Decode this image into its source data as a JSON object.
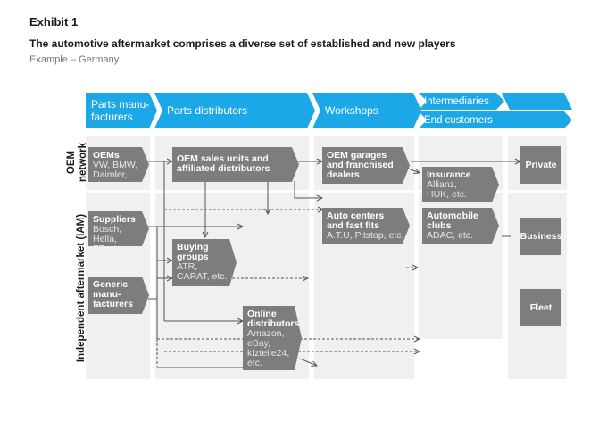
{
  "exhibit": "Exhibit 1",
  "title": "The automotive aftermarket comprises a diverse set of established and new players",
  "subtitle": "Example – Germany",
  "headers": {
    "parts_manufacturers": "Parts manu-\nfacturers",
    "parts_distributors": "Parts distributors",
    "workshops": "Workshops",
    "intermediaries": "Intermediaries",
    "end_customers": "End customers"
  },
  "row_labels": {
    "oem_network": "OEM\nnetwork",
    "iam": "Independent aftermarket (IAM)"
  },
  "boxes": {
    "oems": {
      "title": "OEMs",
      "sub": "VW, BMW,\nDaimler, etc."
    },
    "oem_sales": {
      "title": "OEM sales units and\naffiliated distributors",
      "sub": ""
    },
    "oem_garages": {
      "title": "OEM garages\nand franchised\ndealers",
      "sub": ""
    },
    "insurance": {
      "title": "Insurance",
      "sub": "Allianz,\nHUK, etc."
    },
    "suppliers": {
      "title": "Suppliers",
      "sub": "Bosch, Hella,\nZF, etc."
    },
    "auto_centers": {
      "title": "Auto centers\nand fast fits",
      "sub": "A.T.U, Pitstop, etc."
    },
    "automobile_clubs": {
      "title": "Automobile\nclubs",
      "sub": "ADAC, etc."
    },
    "buying_groups": {
      "title": "Buying\ngroups",
      "sub": "ATR,\nCARAT, etc."
    },
    "generic": {
      "title": "Generic\nmanu-\nfacturers",
      "sub": ""
    },
    "online": {
      "title": "Online\ndistributors",
      "sub": "Amazon,\neBay,\nkfzteile24,\netc."
    }
  },
  "customers": {
    "private": "Private",
    "business": "Business",
    "fleet": "Fleet"
  }
}
